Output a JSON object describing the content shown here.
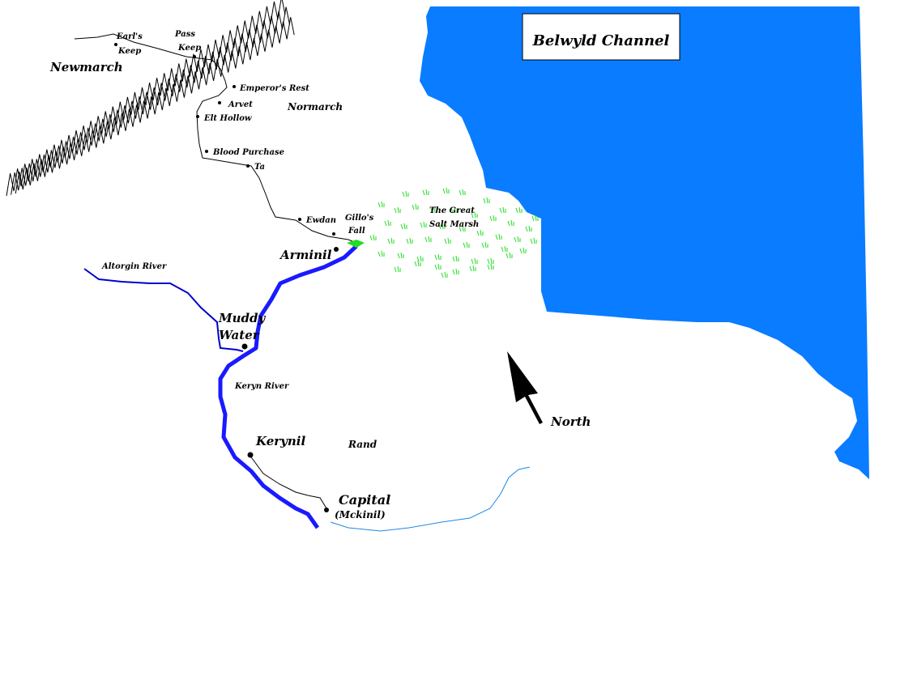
{
  "map": {
    "title": "Belwyld Channel",
    "compass_label": "North",
    "colors": {
      "sea": "#0a7cff",
      "river_major": "#1a1aff",
      "river_minor": "#0000cc",
      "coast_stream": "#1e88e5",
      "marsh": "#22dd22",
      "mountain": "#000000",
      "road": "#000000"
    },
    "regions": {
      "newmarch": "Newmarch",
      "normarch": "Normarch",
      "rand": "Rand",
      "marsh_line1": "The Great",
      "marsh_line2": "Salt Marsh"
    },
    "rivers": {
      "altorgin": "Altorgin River",
      "keryn": "Keryn River"
    },
    "places": {
      "earls_keep_line1": "Earl's",
      "earls_keep_line2": "Keep",
      "pass_keep_line1": "Pass",
      "pass_keep_line2": "Keep",
      "emperors_rest": "Emperor's Rest",
      "arvet": "Arvet",
      "elt_hollow": "Elt Hollow",
      "blood_purchase": "Blood Purchase",
      "ta": "Ta",
      "ewdan": "Ewdan",
      "gillos_fall_line1": "Gillo's",
      "gillos_fall_line2": "Fall",
      "arminil": "Arminil",
      "muddy_water_line1": "Muddy",
      "muddy_water_line2": "Water",
      "kerynil": "Kerynil",
      "capital_line1": "Capital",
      "capital_line2": "(Mckinil)"
    }
  }
}
